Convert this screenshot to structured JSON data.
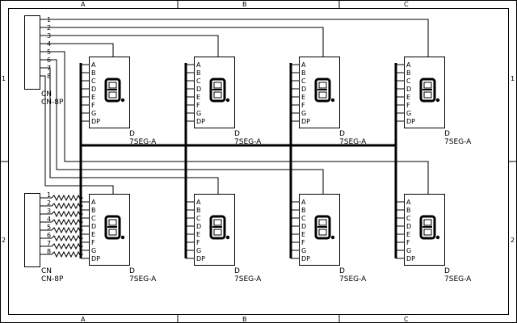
{
  "sheet": {
    "columns": [
      "A",
      "B",
      "C"
    ],
    "rows": [
      "1",
      "2"
    ]
  },
  "connectors": [
    {
      "ref": "CN",
      "value": "CN-8P",
      "pins": [
        "1",
        "2",
        "3",
        "4",
        "5",
        "6",
        "7",
        "8"
      ]
    },
    {
      "ref": "CN",
      "value": "CN-8P",
      "pins": [
        "1",
        "2",
        "3",
        "4",
        "5",
        "6",
        "7",
        "8"
      ]
    }
  ],
  "segment_pins": [
    "A",
    "B",
    "C",
    "D",
    "E",
    "F",
    "G",
    "DP"
  ],
  "digit_glyph": "8",
  "displays": [
    {
      "ref": "D",
      "value": "7SEG-A"
    },
    {
      "ref": "D",
      "value": "7SEG-A"
    },
    {
      "ref": "D",
      "value": "7SEG-A"
    },
    {
      "ref": "D",
      "value": "7SEG-A"
    },
    {
      "ref": "D",
      "value": "7SEG-A"
    },
    {
      "ref": "D",
      "value": "7SEG-A"
    },
    {
      "ref": "D",
      "value": "7SEG-A"
    },
    {
      "ref": "D",
      "value": "7SEG-A"
    }
  ]
}
